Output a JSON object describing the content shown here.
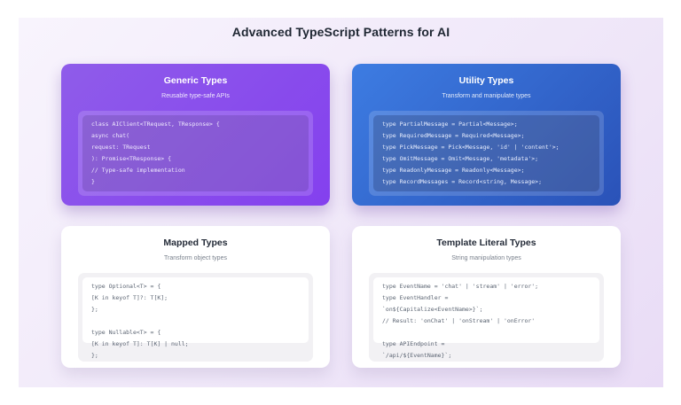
{
  "page": {
    "title": "Advanced TypeScript Patterns for AI"
  },
  "colors": {
    "page_background": "#ffffff",
    "panel_background_start": "#f8f4fd",
    "panel_background_end": "#e9dcf6",
    "title_text": "#1f2733",
    "purple_card_start": "#8f5cea",
    "purple_card_end": "#8440ee",
    "blue_card_start": "#3d7ce2",
    "blue_card_end": "#2a52b8",
    "light_card_background": "#ffffff",
    "light_code_panel": "#f2f1f4"
  },
  "cards": [
    {
      "title": "Generic Types",
      "subtitle": "Reusable type-safe APIs",
      "theme": "purple",
      "gradient": [
        "#8f5cea",
        "#8440ee"
      ],
      "code": "class AIClient<TRequest, TResponse> {\nasync chat(\nrequest: TRequest\n): Promise<TResponse> {\n// Type-safe implementation\n}"
    },
    {
      "title": "Utility Types",
      "subtitle": "Transform and manipulate types",
      "theme": "blue",
      "gradient": [
        "#3d7ce2",
        "#2a52b8"
      ],
      "code": "type PartialMessage = Partial<Message>;\ntype RequiredMessage = Required<Message>;\ntype PickMessage = Pick<Message, 'id' | 'content'>;\ntype OmitMessage = Omit<Message, 'metadata'>;\ntype ReadonlyMessage = Readonly<Message>;\ntype RecordMessages = Record<string, Message>;"
    },
    {
      "title": "Mapped Types",
      "subtitle": "Transform object types",
      "theme": "light",
      "code": "type Optional<T> = {\n[K in keyof T]?: T[K];\n};\n\ntype Nullable<T> = {\n[K in keyof T]: T[K] | null;\n};"
    },
    {
      "title": "Template Literal Types",
      "subtitle": "String manipulation types",
      "theme": "light",
      "code": "type EventName = 'chat' | 'stream' | 'error';\ntype EventHandler =\n`on${Capitalize<EventName>}`;\n// Result: 'onChat' | 'onStream' | 'onError'\n\ntype APIEndpoint =\n`/api/${EventName}`;"
    }
  ]
}
